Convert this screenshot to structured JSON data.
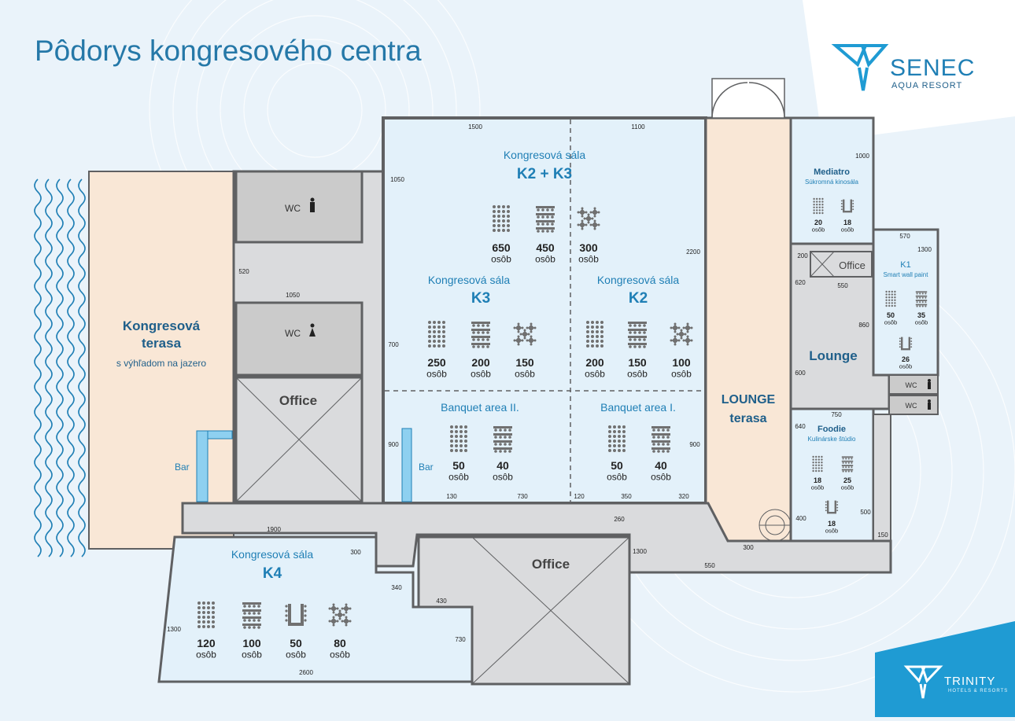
{
  "title": "Pôdorys kongresového centra",
  "brand": {
    "name": "SENEC",
    "sub": "AQUA RESORT"
  },
  "partner": {
    "name": "TRINITY",
    "sub": "HOTELS & RESORTS"
  },
  "colors": {
    "hall": "#e3f1fa",
    "terrace": "#f9e7d6",
    "grey": "#dadbdd",
    "wc": "#cbcbcb",
    "wall": "#5f6062",
    "accent": "#1f7fb5",
    "text": "#2b2b2b"
  },
  "rooms": {
    "k2k3": {
      "name": "Kongresová sála",
      "code": "K2 + K3",
      "capacities": [
        "650",
        "450",
        "300"
      ]
    },
    "k3": {
      "name": "Kongresová sála",
      "code": "K3",
      "capacities": [
        "250",
        "200",
        "150"
      ]
    },
    "k2": {
      "name": "Kongresová sála",
      "code": "K2",
      "capacities": [
        "200",
        "150",
        "100"
      ]
    },
    "banq2": {
      "name": "Banquet area II.",
      "capacities": [
        "50",
        "40"
      ],
      "bar": "Bar"
    },
    "banq1": {
      "name": "Banquet area I.",
      "capacities": [
        "50",
        "40"
      ]
    },
    "k4": {
      "name": "Kongresová sála",
      "code": "K4",
      "capacities": [
        "120",
        "100",
        "50",
        "80"
      ]
    },
    "mediatro": {
      "name": "Mediatro",
      "sub": "Súkromná kinosála",
      "capacities": [
        "20",
        "18"
      ]
    },
    "k1": {
      "name": "K1",
      "sub": "Smart wall paint",
      "capacities": [
        "50",
        "35",
        "26"
      ]
    },
    "foodie": {
      "name": "Foodie",
      "sub": "Kulinárske štúdio",
      "capacities": [
        "18",
        "25",
        "18"
      ]
    },
    "lounge": {
      "name": "Lounge"
    },
    "loungeTerrace": {
      "line1": "LOUNGE",
      "line2": "terasa"
    },
    "terrace": {
      "line1": "Kongresová",
      "line2": "terasa",
      "sub": "s výhľadom na jazero",
      "bar": "Bar"
    },
    "officeLabel": "Office",
    "wcLabel": "WC"
  },
  "unit": "osôb",
  "dimensions": [
    "1500",
    "1100",
    "1050",
    "2200",
    "700",
    "900",
    "900",
    "130",
    "730",
    "120",
    "350",
    "320",
    "520",
    "1050",
    "1900",
    "260",
    "300",
    "1300",
    "550",
    "300",
    "340",
    "430",
    "730",
    "1300",
    "2600",
    "1000",
    "570",
    "1300",
    "200",
    "620",
    "550",
    "860",
    "600",
    "750",
    "640",
    "400",
    "500",
    "150"
  ]
}
